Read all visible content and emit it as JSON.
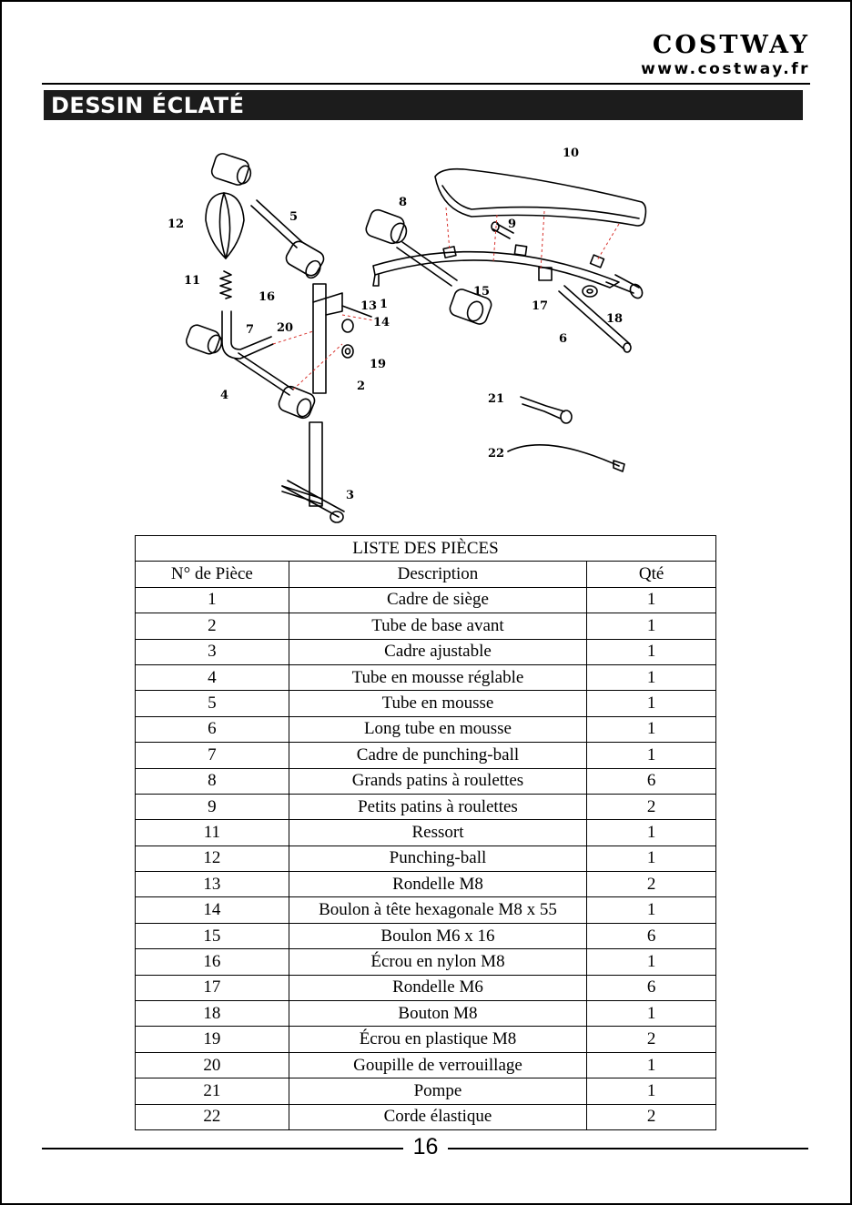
{
  "brand": {
    "name": "COSTWAY",
    "url": "www.costway.fr"
  },
  "section_title": "DESSIN ÉCLATÉ",
  "diagram_labels": [
    "1",
    "2",
    "3",
    "4",
    "5",
    "6",
    "7",
    "8",
    "9",
    "10",
    "11",
    "12",
    "13",
    "14",
    "15",
    "16",
    "17",
    "18",
    "19",
    "20",
    "21",
    "22"
  ],
  "table": {
    "title": "LISTE DES PIÈCES",
    "headers": [
      "N° de Pièce",
      "Description",
      "Qté"
    ],
    "rows": [
      [
        "1",
        "Cadre de siège",
        "1"
      ],
      [
        "2",
        "Tube de base avant",
        "1"
      ],
      [
        "3",
        "Cadre ajustable",
        "1"
      ],
      [
        "4",
        "Tube en mousse réglable",
        "1"
      ],
      [
        "5",
        "Tube en mousse",
        "1"
      ],
      [
        "6",
        "Long tube en mousse",
        "1"
      ],
      [
        "7",
        "Cadre de punching-ball",
        "1"
      ],
      [
        "8",
        "Grands patins à roulettes",
        "6"
      ],
      [
        "9",
        "Petits patins à roulettes",
        "2"
      ],
      [
        "11",
        "Ressort",
        "1"
      ],
      [
        "12",
        "Punching-ball",
        "1"
      ],
      [
        "13",
        "Rondelle M8",
        "2"
      ],
      [
        "14",
        "Boulon à tête hexagonale M8 x 55",
        "1"
      ],
      [
        "15",
        "Boulon M6 x 16",
        "6"
      ],
      [
        "16",
        "Écrou en nylon M8",
        "1"
      ],
      [
        "17",
        "Rondelle M6",
        "6"
      ],
      [
        "18",
        "Bouton M8",
        "1"
      ],
      [
        "19",
        "Écrou en plastique M8",
        "2"
      ],
      [
        "20",
        "Goupille de verrouillage",
        "1"
      ],
      [
        "21",
        "Pompe",
        "1"
      ],
      [
        "22",
        "Corde élastique",
        "2"
      ]
    ]
  },
  "page_number": "16"
}
